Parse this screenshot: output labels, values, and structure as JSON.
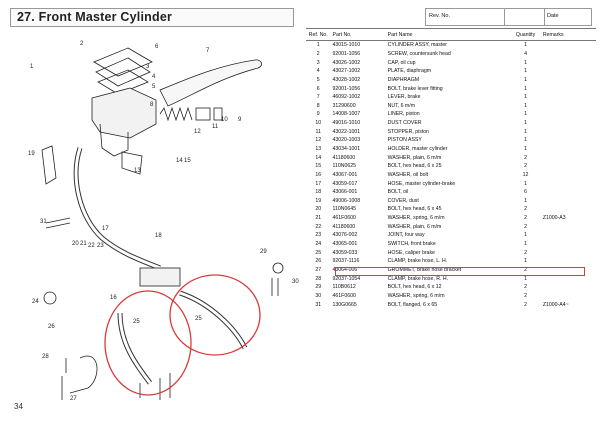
{
  "header": {
    "title": "27.  Front Master Cylinder",
    "rev_label": "Rev. No.",
    "date_label": "Date"
  },
  "page_number": "34",
  "table": {
    "columns": [
      "Ref. No.",
      "Part No.",
      "Part Name",
      "Quantity",
      "Remarks"
    ],
    "rows": [
      [
        "1",
        "43015-1010",
        "CYLINDER ASSY, master",
        "1",
        ""
      ],
      [
        "2",
        "92001-1056",
        "SCREW, countersunk head",
        "4",
        ""
      ],
      [
        "3",
        "43026-1002",
        "CAP, oil cup",
        "1",
        ""
      ],
      [
        "4",
        "43027-1002",
        "PLATE, diaphragm",
        "1",
        ""
      ],
      [
        "5",
        "43028-1002",
        "DIAPHRAGM",
        "1",
        ""
      ],
      [
        "6",
        "92001-1056",
        "BOLT, brake lever fitting",
        "1",
        ""
      ],
      [
        "7",
        "46092-1002",
        "LEVER, brake",
        "1",
        ""
      ],
      [
        "8",
        "31290600",
        "NUT, 6 m/m",
        "1",
        ""
      ],
      [
        "9",
        "14008-1007",
        "LINER, piston",
        "1",
        ""
      ],
      [
        "10",
        "49016-1010",
        "DUST COVER",
        "1",
        ""
      ],
      [
        "11",
        "43022-1001",
        "STOPPER, piston",
        "1",
        ""
      ],
      [
        "12",
        "43020-1003",
        "PISTON ASSY",
        "1",
        ""
      ],
      [
        "13",
        "43034-1001",
        "HOLDER, master cylinder",
        "1",
        ""
      ],
      [
        "14",
        "41180600",
        "WASHER, plain, 6 m/m",
        "2",
        ""
      ],
      [
        "15",
        "110N0625",
        "BOLT, hex head, 6 x 25",
        "2",
        ""
      ],
      [
        "16",
        "43067-001",
        "WASHER, oil bolt",
        "12",
        ""
      ],
      [
        "17",
        "43059-017",
        "HOSE, master cylinder-brake",
        "1",
        ""
      ],
      [
        "18",
        "43066-001",
        "BOLT, oil",
        "6",
        ""
      ],
      [
        "19",
        "49006-1008",
        "COVER, dust",
        "1",
        ""
      ],
      [
        "20",
        "110N0645",
        "BOLT, hex head, 6 x 45",
        "2",
        ""
      ],
      [
        "21",
        "461F0600",
        "WASHER, spring, 6 m/m",
        "2",
        "Z1000-A3"
      ],
      [
        "22",
        "41180600",
        "WASHER, plain, 6 m/m",
        "2",
        ""
      ],
      [
        "23",
        "43076-002",
        "JOINT, four way",
        "1",
        ""
      ],
      [
        "24",
        "43065-001",
        "SWITCH, front brake",
        "1",
        ""
      ],
      [
        "25",
        "43059-033",
        "HOSE, caliper brake",
        "2",
        ""
      ],
      [
        "26",
        "92037-1116",
        "CLAMP, brake hose, L. H.",
        "1",
        ""
      ],
      [
        "27",
        "43064-006",
        "GROMMET, brake hose bracket",
        "2",
        ""
      ],
      [
        "28",
        "92037-1054",
        "CLAMP, brake hose, R. H.",
        "1",
        ""
      ],
      [
        "29",
        "110B0612",
        "BOLT, hex head, 6 x 12",
        "2",
        ""
      ],
      [
        "30",
        "461F0600",
        "WASHER, spring, 6 m/m",
        "2",
        ""
      ],
      [
        "31",
        "130G0665",
        "BOLT, flanged, 6 x 65",
        "2",
        "Z1000-A4~"
      ]
    ]
  },
  "diagram": {
    "labels": [
      "1",
      "2",
      "3",
      "4",
      "5",
      "6",
      "7",
      "8",
      "9",
      "10",
      "11",
      "12",
      "13",
      "14",
      "15",
      "16",
      "17",
      "18",
      "19",
      "20",
      "21",
      "22",
      "23",
      "24",
      "25",
      "26",
      "27",
      "28",
      "29",
      "30",
      "31"
    ],
    "highlight_color": "#d93a3a"
  },
  "colors": {
    "highlight": "#d93a3a",
    "line": "#222222",
    "border": "#999999"
  }
}
